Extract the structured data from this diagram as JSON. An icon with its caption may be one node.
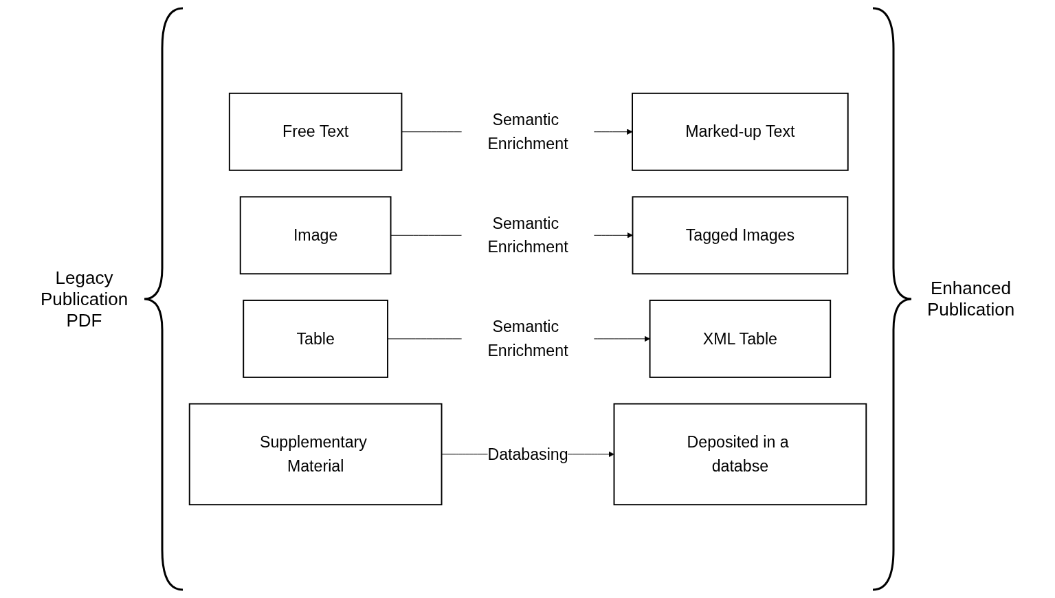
{
  "diagram": {
    "nodes": [
      {
        "text": [
          "Free Text"
        ]
      },
      {
        "text": [
          "Marked-up Text"
        ]
      },
      {
        "text": [
          "Image"
        ]
      },
      {
        "text": [
          "Tagged Images"
        ]
      },
      {
        "text": [
          "Table"
        ]
      },
      {
        "text": [
          "XML Table"
        ]
      },
      {
        "text": [
          "Supplementary Material"
        ]
      },
      {
        "text": [
          "Deposited in a databse"
        ]
      }
    ],
    "edges": [
      {
        "from": 0,
        "to": 1,
        "arrow": "to",
        "label": "Semantic Enrichment"
      },
      {
        "from": 2,
        "to": 3,
        "arrow": "to",
        "label": "Semantic Enrichment"
      },
      {
        "from": 4,
        "to": 5,
        "arrow": "to",
        "label": "Semantic Enrichment"
      },
      {
        "from": 6,
        "to": 7,
        "arrow": "to",
        "label": "Databasing"
      }
    ],
    "labels": [
      "Legacy Publication PDF",
      "Enhanced Publication"
    ]
  }
}
